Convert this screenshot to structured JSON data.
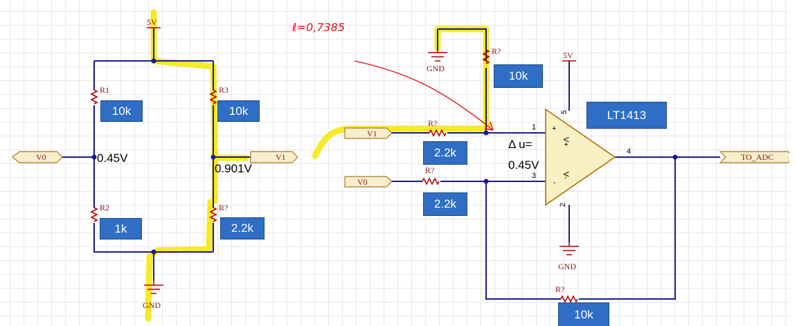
{
  "power": {
    "vcc_left": "5V",
    "vcc_opamp": "5V"
  },
  "ground": {
    "label": "GND"
  },
  "nets": {
    "v0": "V0",
    "v1": "V1",
    "to_adc": "TO_ADC"
  },
  "resistors": {
    "r1_ref": "R1",
    "r1_value": "10k",
    "r2_ref": "R2",
    "r2_value": "1k",
    "r3_ref": "R3",
    "r3_value": "10k",
    "r4_ref": "R?",
    "r4_value": "2.2k",
    "rin_top_ref": "R?",
    "rin_top_value": "2.2k",
    "rin_bot_ref": "R?",
    "rin_bot_value": "2.2k",
    "rf_top_ref": "R?",
    "rf_top_value": "10k",
    "rf_bot_ref": "R?",
    "rf_bot_value": "10k"
  },
  "voltages": {
    "left_node": "0.45V",
    "right_node": "0.901V"
  },
  "delta": {
    "line1": "Δ u=",
    "line2": "0.45V"
  },
  "opamp": {
    "part": "LT1413",
    "plus": "+",
    "minus": "-",
    "pin_1": "1",
    "pin_3": "3",
    "pin_4": "4",
    "pin_5": "5",
    "pin_2": "2",
    "vplus": "V+",
    "vminus": "V-"
  },
  "annotation": {
    "handwritten": "ℓ=0,7385"
  },
  "colors": {
    "wire": "#1a1a8c",
    "highlight": "#f5e91e",
    "symbol": "#b30000",
    "callout": "#2f6ec4",
    "annotation": "#e01010"
  }
}
